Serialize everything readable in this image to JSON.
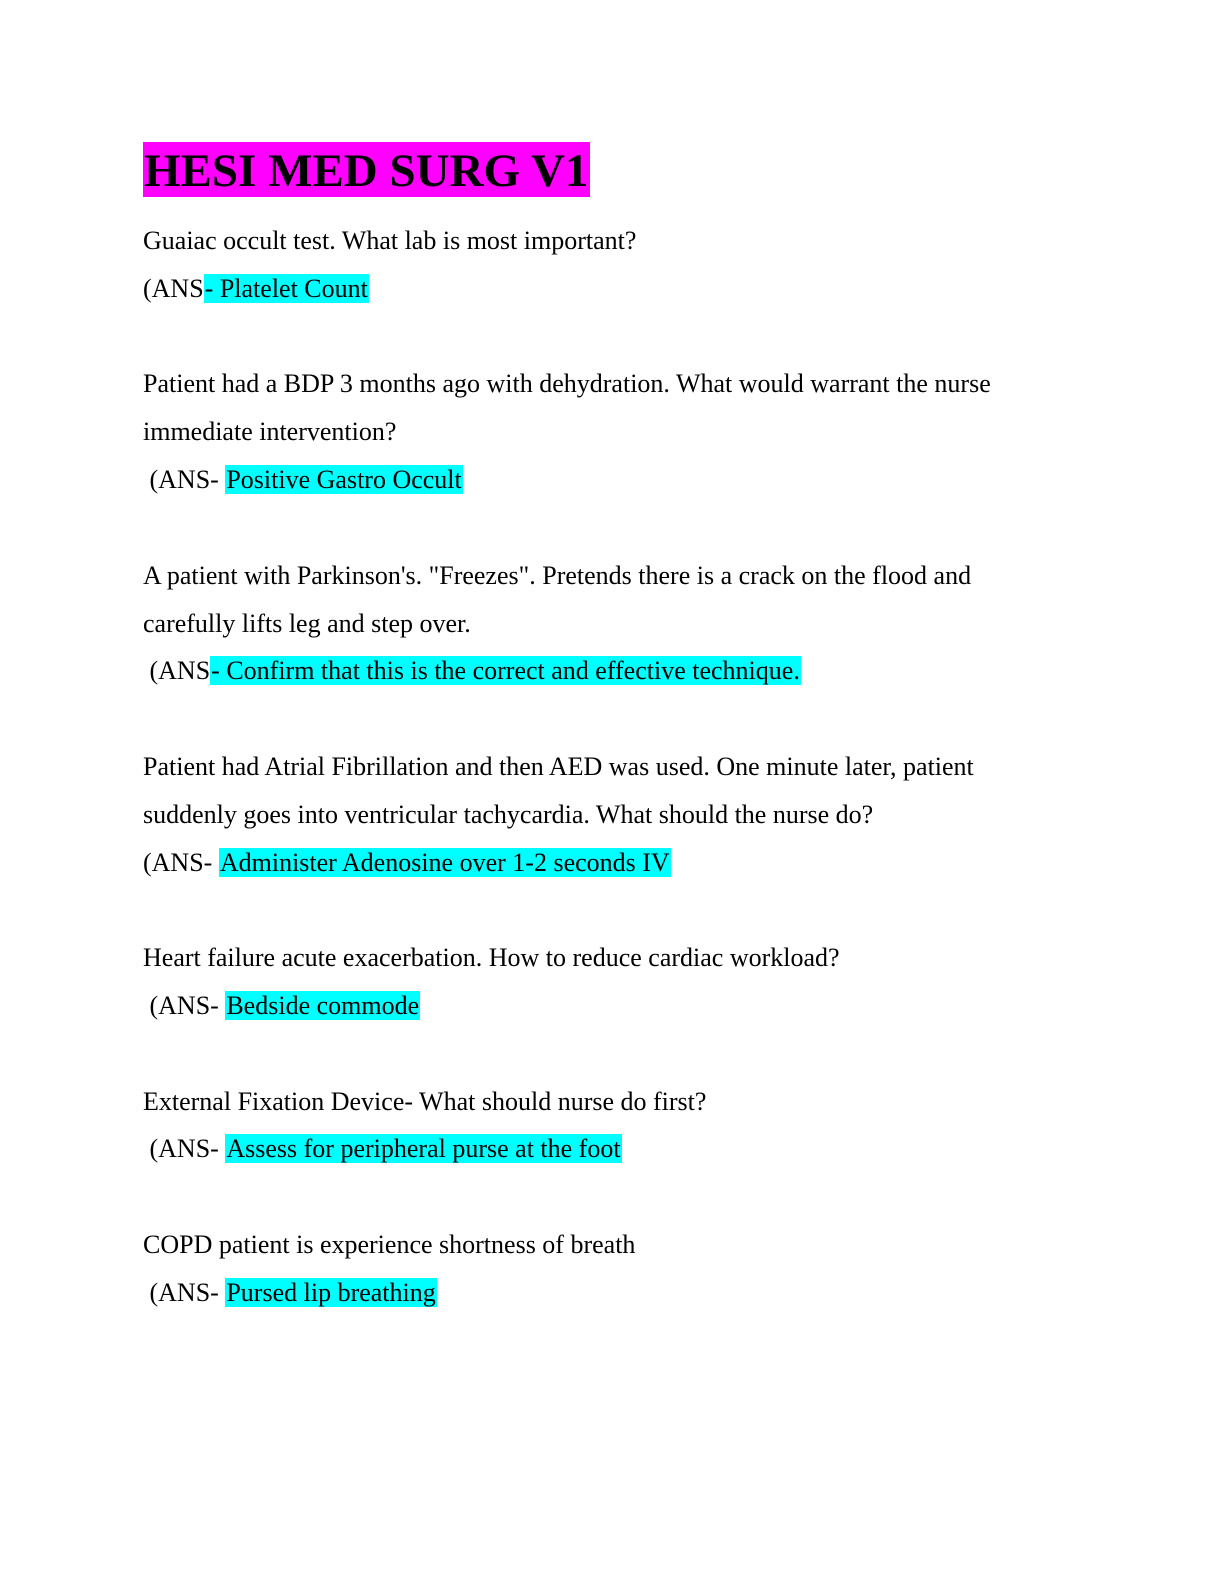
{
  "document": {
    "title": "HESI MED SURG V1",
    "title_highlight_color": "#ff00ff",
    "answer_highlight_color": "#00ffff",
    "items": [
      {
        "question_lines": [
          "Guaiac occult test. What lab is most important?"
        ],
        "answer_prefix": "(ANS",
        "answer": "- Platelet Count"
      },
      {
        "question_lines": [
          "Patient had a BDP 3 months ago with dehydration. What would warrant the nurse",
          "immediate intervention?"
        ],
        "answer_prefix": " (ANS- ",
        "answer": "Positive Gastro Occult"
      },
      {
        "question_lines": [
          "A patient with Parkinson's. \"Freezes\". Pretends there is a crack on the flood and",
          "carefully lifts leg and step over."
        ],
        "answer_prefix": " (ANS",
        "answer": "- Confirm that this is the correct and effective technique."
      },
      {
        "question_lines": [
          "Patient had Atrial Fibrillation and then AED was used. One minute later, patient",
          "suddenly goes into ventricular tachycardia. What should the nurse do?"
        ],
        "answer_prefix": "(ANS- ",
        "answer": "Administer Adenosine over 1-2 seconds IV"
      },
      {
        "question_lines": [
          "Heart failure acute exacerbation. How to reduce cardiac workload?"
        ],
        "answer_prefix": " (ANS- ",
        "answer": "Bedside commode"
      },
      {
        "question_lines": [
          "External Fixation Device- What should nurse do first?"
        ],
        "answer_prefix": " (ANS- ",
        "answer": "Assess for peripheral purse at the foot"
      },
      {
        "question_lines": [
          "COPD patient is experience shortness of breath"
        ],
        "answer_prefix": " (ANS- ",
        "answer": "Pursed lip breathing"
      }
    ]
  }
}
